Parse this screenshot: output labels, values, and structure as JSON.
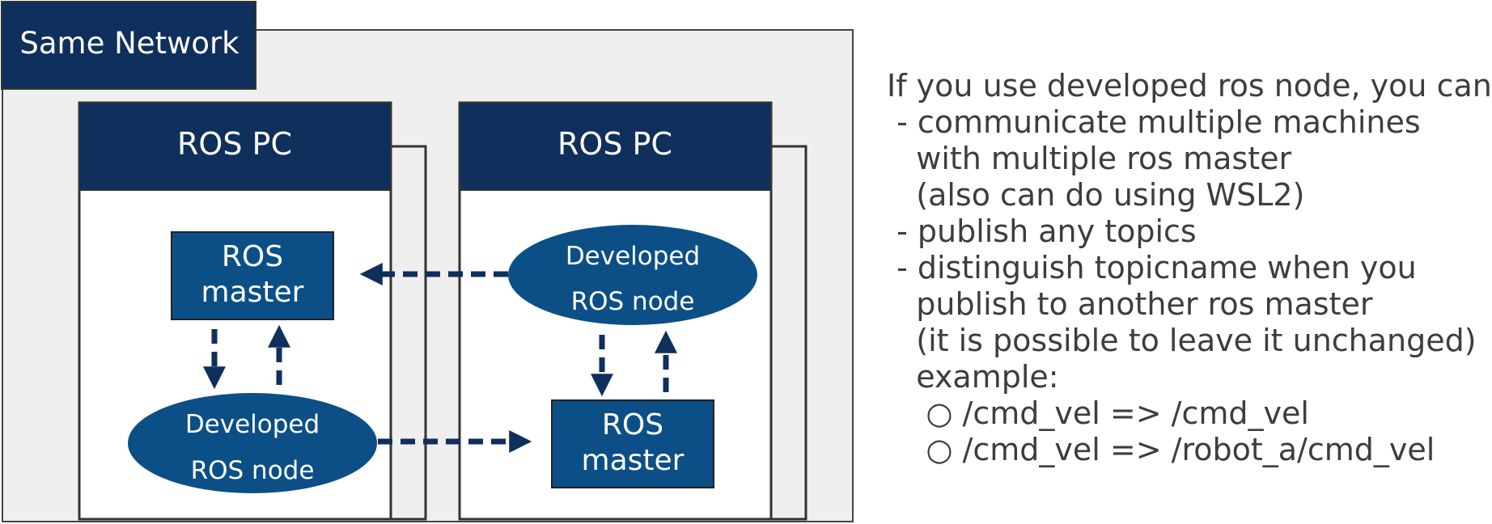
{
  "network_label": "Same Network",
  "pcs": [
    {
      "title": "ROS PC",
      "master": [
        "ROS",
        "master"
      ],
      "node": [
        "Developed",
        "ROS node"
      ]
    },
    {
      "title": "ROS PC",
      "master": [
        "ROS",
        "master"
      ],
      "node": [
        "Developed",
        "ROS node"
      ]
    }
  ],
  "description": [
    "If you use developed ros node, you can",
    " - communicate multiple machines",
    "   with multiple ros master",
    "   (also can do using WSL2)",
    " - publish any topics",
    " - distinguish topicname when you",
    "   publish to another ros master",
    "   (it is possible to leave it unchanged)",
    "   example:",
    "    ○ /cmd_vel => /cmd_vel",
    "    ○ /cmd_vel => /robot_a/cmd_vel"
  ],
  "colors": {
    "navy": "#0f2f5c",
    "blue": "#0c4f87",
    "network_fill": "#efefef",
    "border": "#555555",
    "text_dark": "#3d3d3d"
  }
}
